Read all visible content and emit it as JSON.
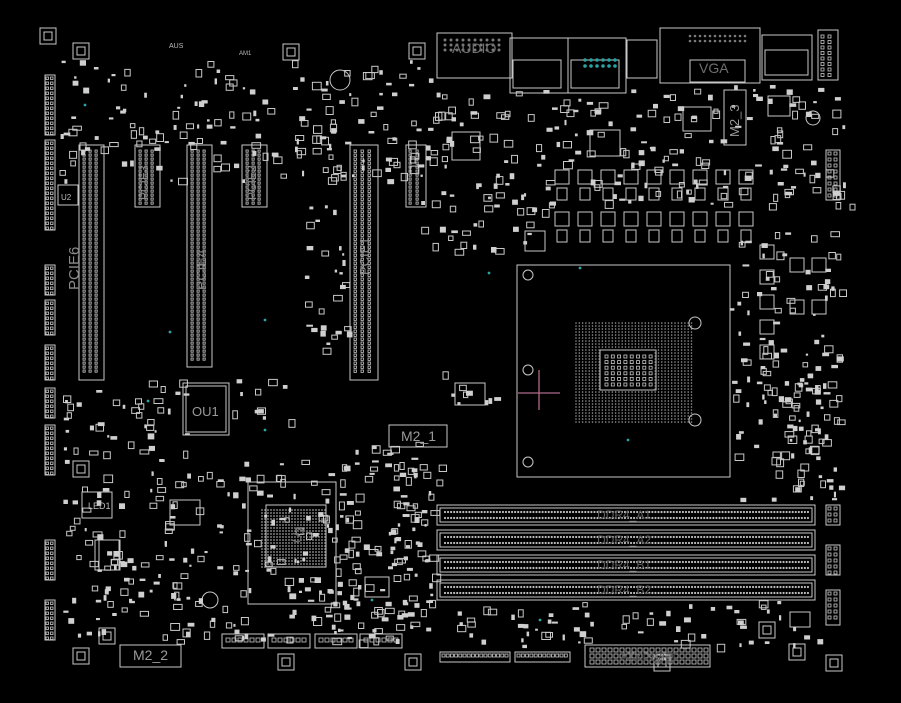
{
  "labels": {
    "pcie6": "PCIE6",
    "pcie4": "PCIE4",
    "pcie3": "PCIE3",
    "pcie2": "PCIE2",
    "pcie1": "PCIE1",
    "ou1": "OU1",
    "m2_1": "M2_1",
    "m2_2": "M2_2",
    "m2_3": "M2_3",
    "audio": "AUDIO",
    "vga": "VGA",
    "led1": "LED1",
    "u2": "U2",
    "aus": "AUS",
    "am1": "AM1",
    "dimm_a1": "DDR4_A1",
    "dimm_a2": "DDR4_A2",
    "dimm_b1": "DDR4_B1",
    "dimm_b2": "DDR4_B2",
    "atx": "ATXPWR1",
    "chip_u1": "U1"
  },
  "colors": {
    "background": "#000000",
    "trace": "#c8c8c8",
    "label": "#8a8a8a",
    "accent_cross": "#b06a8a",
    "via": "#2aa3a3"
  }
}
